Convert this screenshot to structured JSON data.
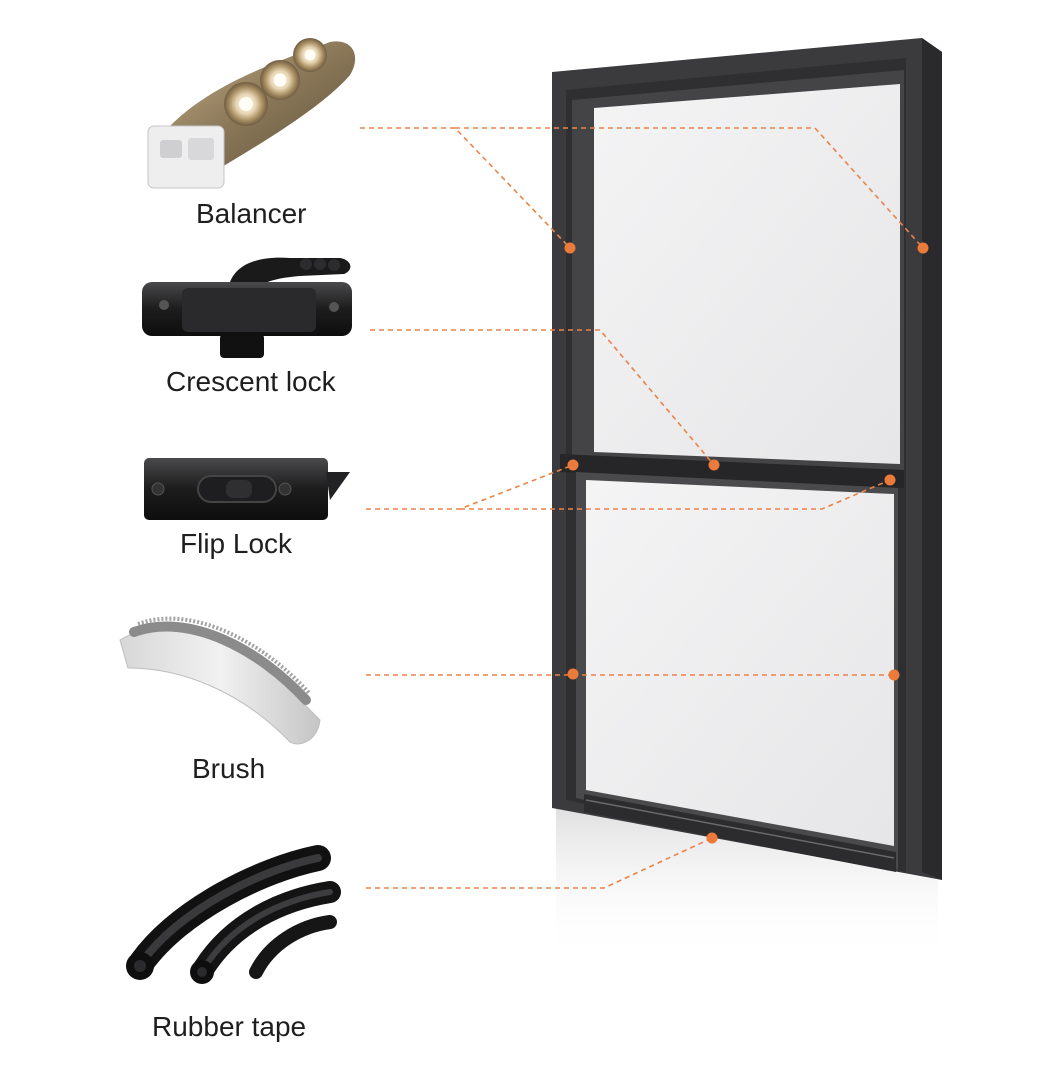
{
  "labels": {
    "balancer": "Balancer",
    "crescent_lock": "Crescent lock",
    "flip_lock": "Flip Lock",
    "brush": "Brush",
    "rubber_tape": "Rubber tape"
  },
  "colors": {
    "background": "#ffffff",
    "frame": "#3b3b3d",
    "frame_dark": "#262628",
    "glass": "#eeeeef",
    "callout_line": "#e8834a",
    "callout_dot": "#ec7a3a",
    "label_text": "#1e1e1e"
  },
  "icons": [
    "balancer-icon",
    "crescent-lock-icon",
    "flip-lock-icon",
    "brush-icon",
    "rubber-tape-icon"
  ]
}
